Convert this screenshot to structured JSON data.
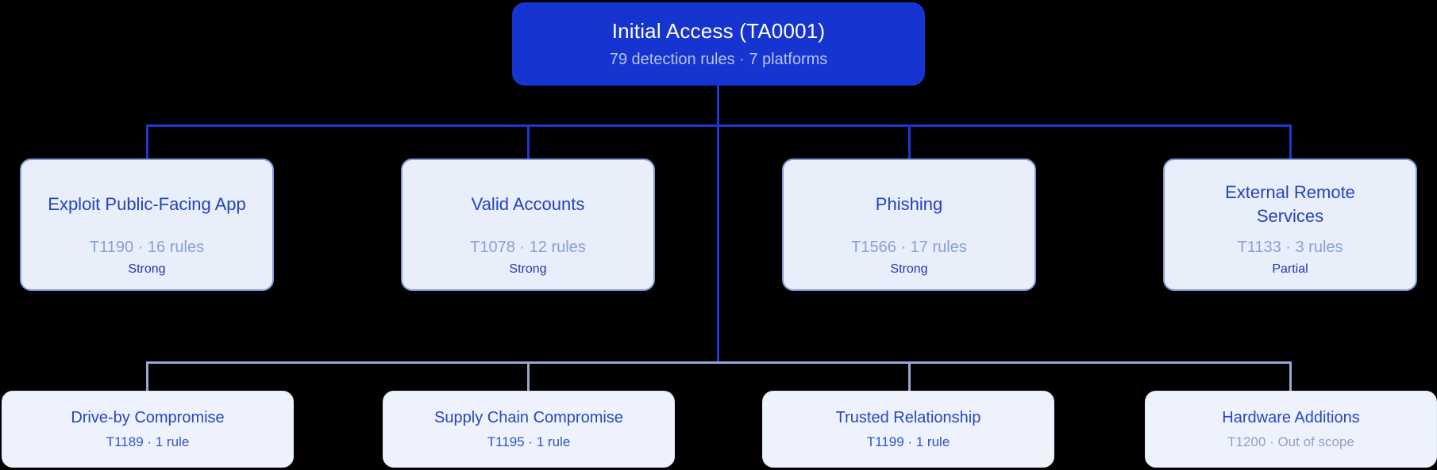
{
  "colors": {
    "background": "#000000",
    "root_fill": "#1634d0",
    "root_title_text": "#ffffff",
    "root_subtitle_text": "#b7c3f1",
    "connector_strong": "#1c38d2",
    "connector_light": "#93a8d2",
    "technique_fill": "#e9eefb",
    "technique_border": "#7e9bd7",
    "technique_title_text": "#2443bc",
    "technique_meta_text": "#8aa0d4",
    "technique_status_text": "#1e3cae",
    "subtechnique_fill": "#eef2fc",
    "subtechnique_title_text": "#2746c2",
    "subtechnique_meta_accent": "#3253cc",
    "subtechnique_meta_muted": "#8ea2cc"
  },
  "root": {
    "title": "Initial Access (TA0001)",
    "subtitle": "79 detection rules · 7 platforms"
  },
  "techniques": [
    {
      "title": "Exploit Public-Facing App",
      "meta": "T1190 · 16 rules",
      "status": "Strong"
    },
    {
      "title": "Valid Accounts",
      "meta": "T1078 · 12 rules",
      "status": "Strong"
    },
    {
      "title": "Phishing",
      "meta": "T1566 · 17 rules",
      "status": "Strong"
    },
    {
      "title": "External Remote Services",
      "meta": "T1133 · 3 rules",
      "status": "Partial"
    }
  ],
  "sub_techniques": [
    {
      "title": "Drive-by Compromise",
      "meta": "T1189 · 1 rule"
    },
    {
      "title": "Supply Chain Compromise",
      "meta": "T1195 · 1 rule"
    },
    {
      "title": "Trusted Relationship",
      "meta": "T1199 · 1 rule"
    },
    {
      "title": "Hardware Additions",
      "meta": "T1200 · Out of scope",
      "muted": true
    }
  ]
}
